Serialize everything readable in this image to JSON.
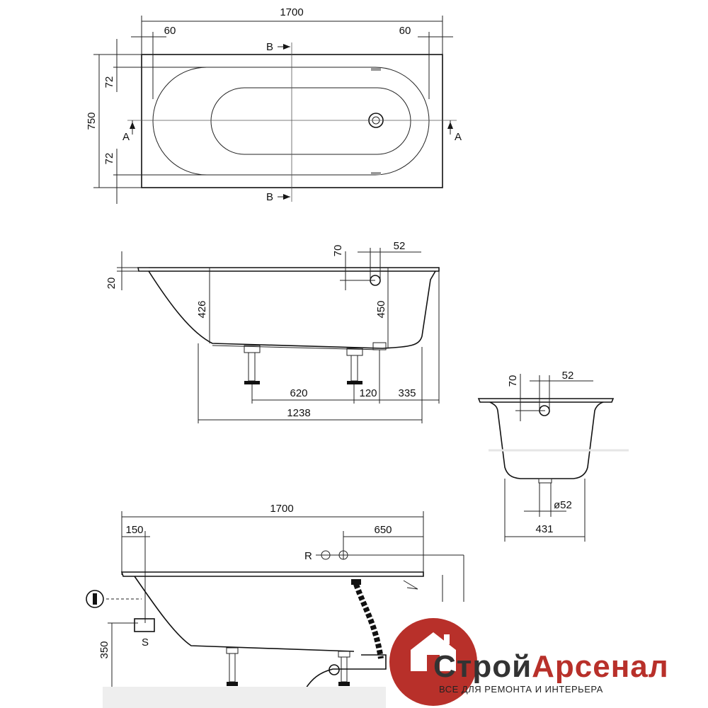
{
  "top_view": {
    "length": "1700",
    "margin_left": "60",
    "margin_right": "60",
    "width": "750",
    "inner_top": "72",
    "inner_bottom": "72",
    "section_a": "A",
    "section_b": "B"
  },
  "side_view": {
    "rim": "20",
    "depth": "426",
    "overflow_height": "70",
    "overflow_offset": "52",
    "drain_height": "450",
    "leg_spacing": "620",
    "drain_offset": "120",
    "end_offset": "335",
    "base_length": "1238"
  },
  "cross_section": {
    "overflow_height": "70",
    "overflow_offset": "52",
    "drain_diameter": "ø52",
    "base_width": "431"
  },
  "install_view": {
    "length": "1700",
    "left_offset": "150",
    "tap_offset": "650",
    "tap_label": "R",
    "outlet_label": "S",
    "outlet_height": "350"
  },
  "brand": {
    "name_part1": "Строй",
    "name_part2": "Арсенал",
    "tagline": "ВСЕ ДЛЯ РЕМОНТА И ИНТЕРЬЕРА",
    "color_accent": "#b8302a",
    "color_text": "#333333"
  }
}
